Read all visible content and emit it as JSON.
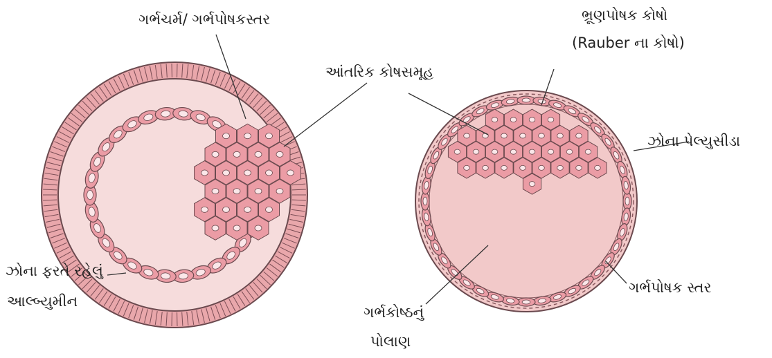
{
  "labels": {
    "trophoderm": "ગર્ભચર્મ/ ગર્ભપોષકસ્તર",
    "inner_cell_mass": "આંતરિક કોષસમૂહ",
    "embryonic_cells_line1": "ભ્રૂણપોષક કોષો",
    "embryonic_cells_line2": "(Rauber ના કોષો)",
    "zona_pellucida": "ઝોના પેલ્યુસીડા",
    "albumin_line1": "ઝોના ફરતે રહેલું",
    "albumin_line2": "આલ્બ્યુમીન",
    "trophoblast_layer": "ગર્ભપોષક સ્તર",
    "blastocoel_line1": "ગર્ભકોષ્ઠનું",
    "blastocoel_line2": "પોલાણ"
  },
  "colors": {
    "outline": "#6b4a4f",
    "ring_fill": "#e9a7ab",
    "inner_bg": "#f6dcdc",
    "cell_fill": "#eb9ca5",
    "nucleus_fill": "#fbe7e9",
    "cavity_fill": "#f2c9c9"
  }
}
